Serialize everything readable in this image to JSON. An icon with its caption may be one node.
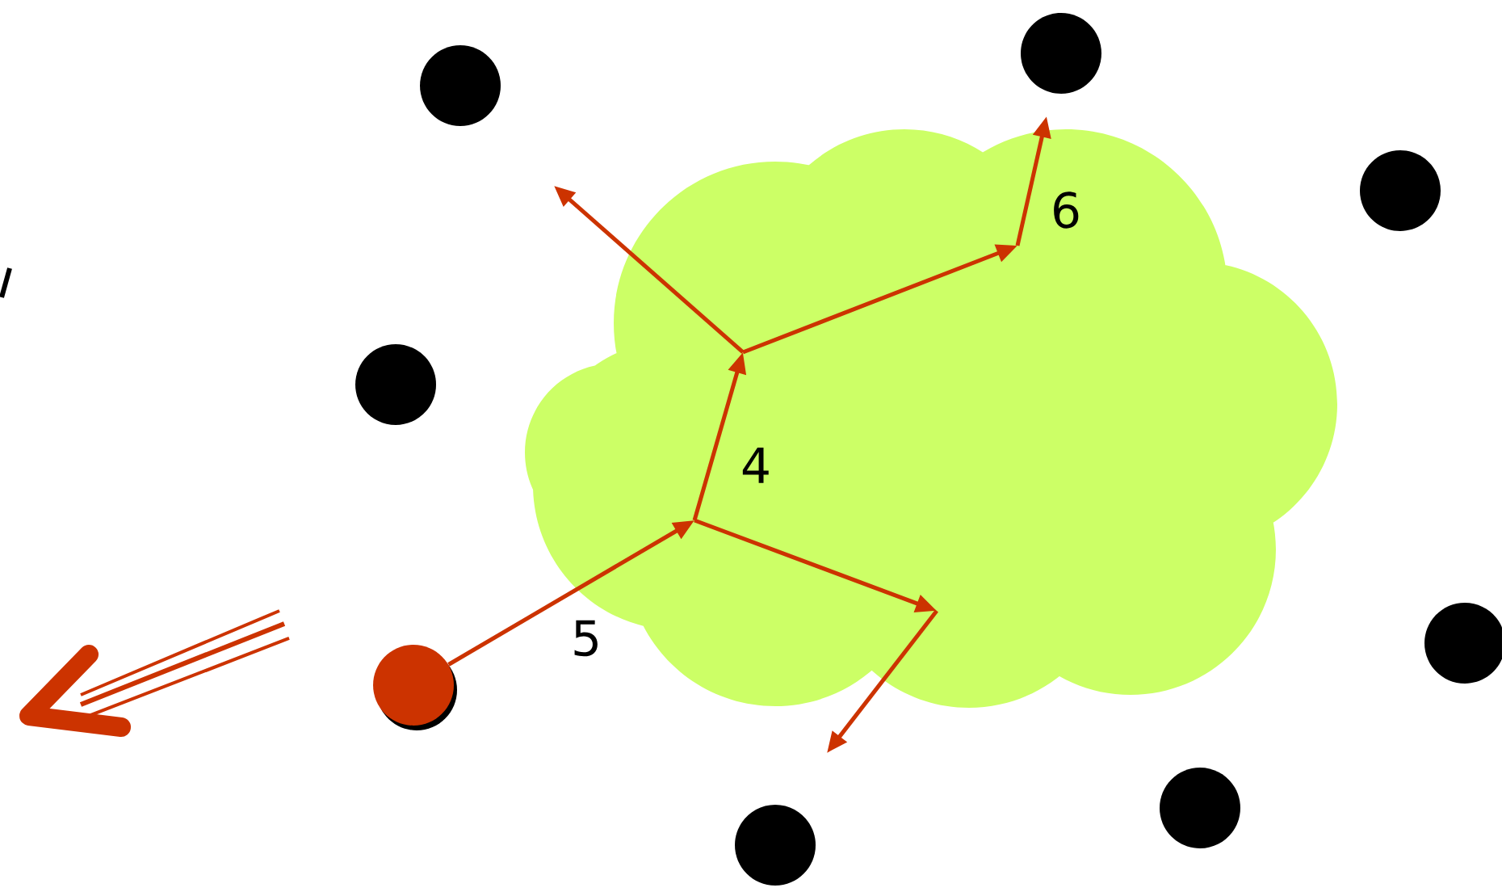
{
  "diagram": {
    "nodes": [
      {
        "text": [],
        "shape": "circle"
      },
      {
        "text": [],
        "shape": "circle"
      },
      {
        "text": [],
        "shape": "cloud"
      },
      {
        "text": [],
        "shape": "circle"
      },
      {
        "text": [],
        "shape": "circle"
      },
      {
        "text": [],
        "shape": "circle"
      },
      {
        "text": [],
        "shape": "circle"
      },
      {
        "text": [],
        "shape": "circle"
      },
      {
        "text": [],
        "shape": "circle"
      }
    ],
    "edges": [
      {
        "from": 6,
        "to": 2,
        "arrow": "to",
        "label": "5"
      }
    ],
    "labels": [
      "6",
      "4"
    ]
  }
}
